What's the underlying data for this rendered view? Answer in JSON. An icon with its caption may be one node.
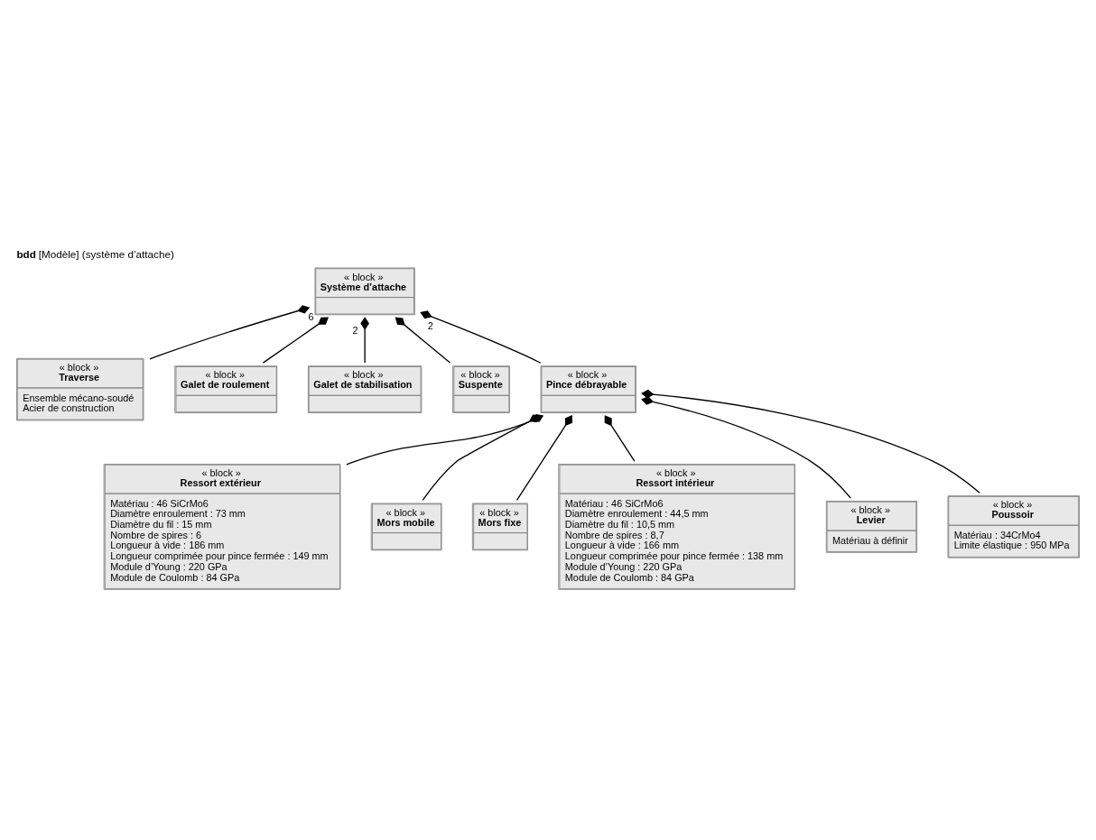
{
  "diagram": {
    "title": "bdd [Modèle] (système d’attache)",
    "nodes": [
      {
        "text": [
          "« block »",
          "Traverse",
          "Ensemble mécano-soudé",
          "Acier de construction"
        ]
      },
      {
        "text": [
          "« block »",
          "Galet de roulement"
        ]
      },
      {
        "text": [
          "« block »",
          "Galet de stabilisation"
        ]
      },
      {
        "text": [
          "« block »",
          "Suspente"
        ]
      },
      {
        "text": [
          "« block »",
          "Système d’attache"
        ]
      },
      {
        "text": [
          "« block »",
          "Ressort extérieur",
          "Matériau : 46 SiCrMo6",
          "Diamètre enroulement : 73 mm",
          "Diamètre du fil : 15 mm",
          "Nombre de spires : 6",
          "Longueur à vide : 186 mm",
          "Longueur comprimée pour pince fermée : 149 mm",
          "Module d’Young : 220 GPa",
          "Module de Coulomb : 84 GPa"
        ]
      },
      {
        "text": [
          "« block »",
          "Mors mobile"
        ]
      },
      {
        "text": [
          "« block »",
          "Pince débrayable"
        ]
      },
      {
        "text": [
          "« block »",
          "Mors fixe"
        ]
      },
      {
        "text": [
          "« block »",
          "Ressort intérieur",
          "Matériau : 46 SiCrMo6",
          "Diamètre enroulement : 44,5 mm",
          "Diamètre du fil : 10,5 mm",
          "Nombre de spires : 8,7",
          "Longueur à vide : 166 mm",
          "Longueur comprimée pour pince fermée : 138 mm",
          "Module d’Young : 220 GPa",
          "Module de Coulomb : 84 GPa"
        ]
      },
      {
        "text": [
          "« block »",
          "Levier",
          "Matériau à définir"
        ]
      },
      {
        "text": [
          "« block »",
          "Poussoir",
          "Matériau : 34CrMo4",
          "Limite élastique : 950 MPa"
        ]
      }
    ],
    "edges": [
      {
        "from": 0,
        "to": 4,
        "arrow": "other"
      },
      {
        "from": 1,
        "to": 4,
        "arrow": "other",
        "label": "6"
      },
      {
        "from": 2,
        "to": 4,
        "arrow": "other",
        "label": "2"
      },
      {
        "from": 3,
        "to": 4,
        "arrow": "other"
      },
      {
        "from": 7,
        "to": 4,
        "arrow": "other",
        "label": "2"
      },
      {
        "from": 6,
        "to": 7,
        "arrow": "other"
      },
      {
        "from": 5,
        "to": 7,
        "arrow": "other"
      },
      {
        "from": 8,
        "to": 7,
        "arrow": "other"
      },
      {
        "from": 9,
        "to": 7,
        "arrow": "other"
      },
      {
        "from": 10,
        "to": 7,
        "arrow": "other"
      },
      {
        "from": 11,
        "to": 7,
        "arrow": "other"
      }
    ]
  }
}
